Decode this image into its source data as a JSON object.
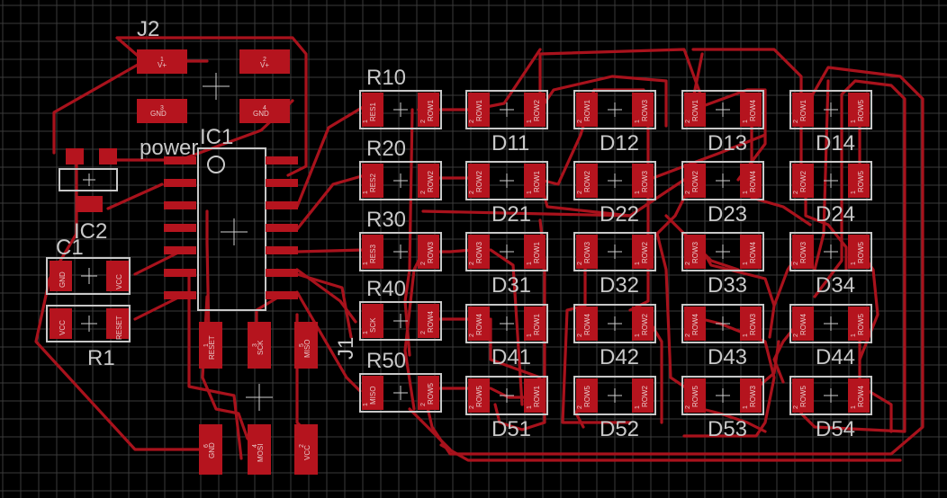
{
  "labels": {
    "J2": "J2",
    "IC1": "IC1",
    "power": "power",
    "IC2": "IC2",
    "C1": "C1",
    "R1": "R1",
    "J1": "J1",
    "R10": "R10",
    "R20": "R20",
    "R30": "R30",
    "R40": "R40",
    "R50": "R50",
    "D11": "D11",
    "D12": "D12",
    "D13": "D13",
    "D14": "D14",
    "D21": "D21",
    "D22": "D22",
    "D23": "D23",
    "D24": "D24",
    "D31": "D31",
    "D32": "D32",
    "D33": "D33",
    "D34": "D34",
    "D41": "D41",
    "D42": "D42",
    "D43": "D43",
    "D44": "D44",
    "D51": "D51",
    "D52": "D52",
    "D53": "D53",
    "D54": "D54"
  },
  "pads": {
    "j2_v1": "V+",
    "j2_v2": "V+",
    "j2_g1": "GND",
    "j2_g2": "GND",
    "j2_n1": "1",
    "j2_n2": "2",
    "j2_n3": "3",
    "j2_n4": "4",
    "c1_gnd": "GND",
    "c1_vcc": "VCC",
    "r1_vcc": "VCC",
    "r1_reset": "RESET",
    "res1": "RES1",
    "res2": "RES2",
    "res3": "RES3",
    "sck_r": "SCK",
    "miso_r": "MISO",
    "row1": "ROW1",
    "row2": "ROW2",
    "row3": "ROW3",
    "row4": "ROW4",
    "row5": "ROW5",
    "j1_reset": "RESET",
    "j1_sck": "SCK",
    "j1_miso": "MISO",
    "j1_gnd": "GND",
    "j1_mosi": "MOSI",
    "j1_vcc": "VCC",
    "n1": "1",
    "n2": "2",
    "n3": "3",
    "n4": "4",
    "n5": "5",
    "n6": "6"
  },
  "colors": {
    "background": "#000000",
    "grid": "#3a3a3a",
    "copper": "#a8121c",
    "pad": "#b5141e",
    "silk": "#c8c8c8"
  }
}
